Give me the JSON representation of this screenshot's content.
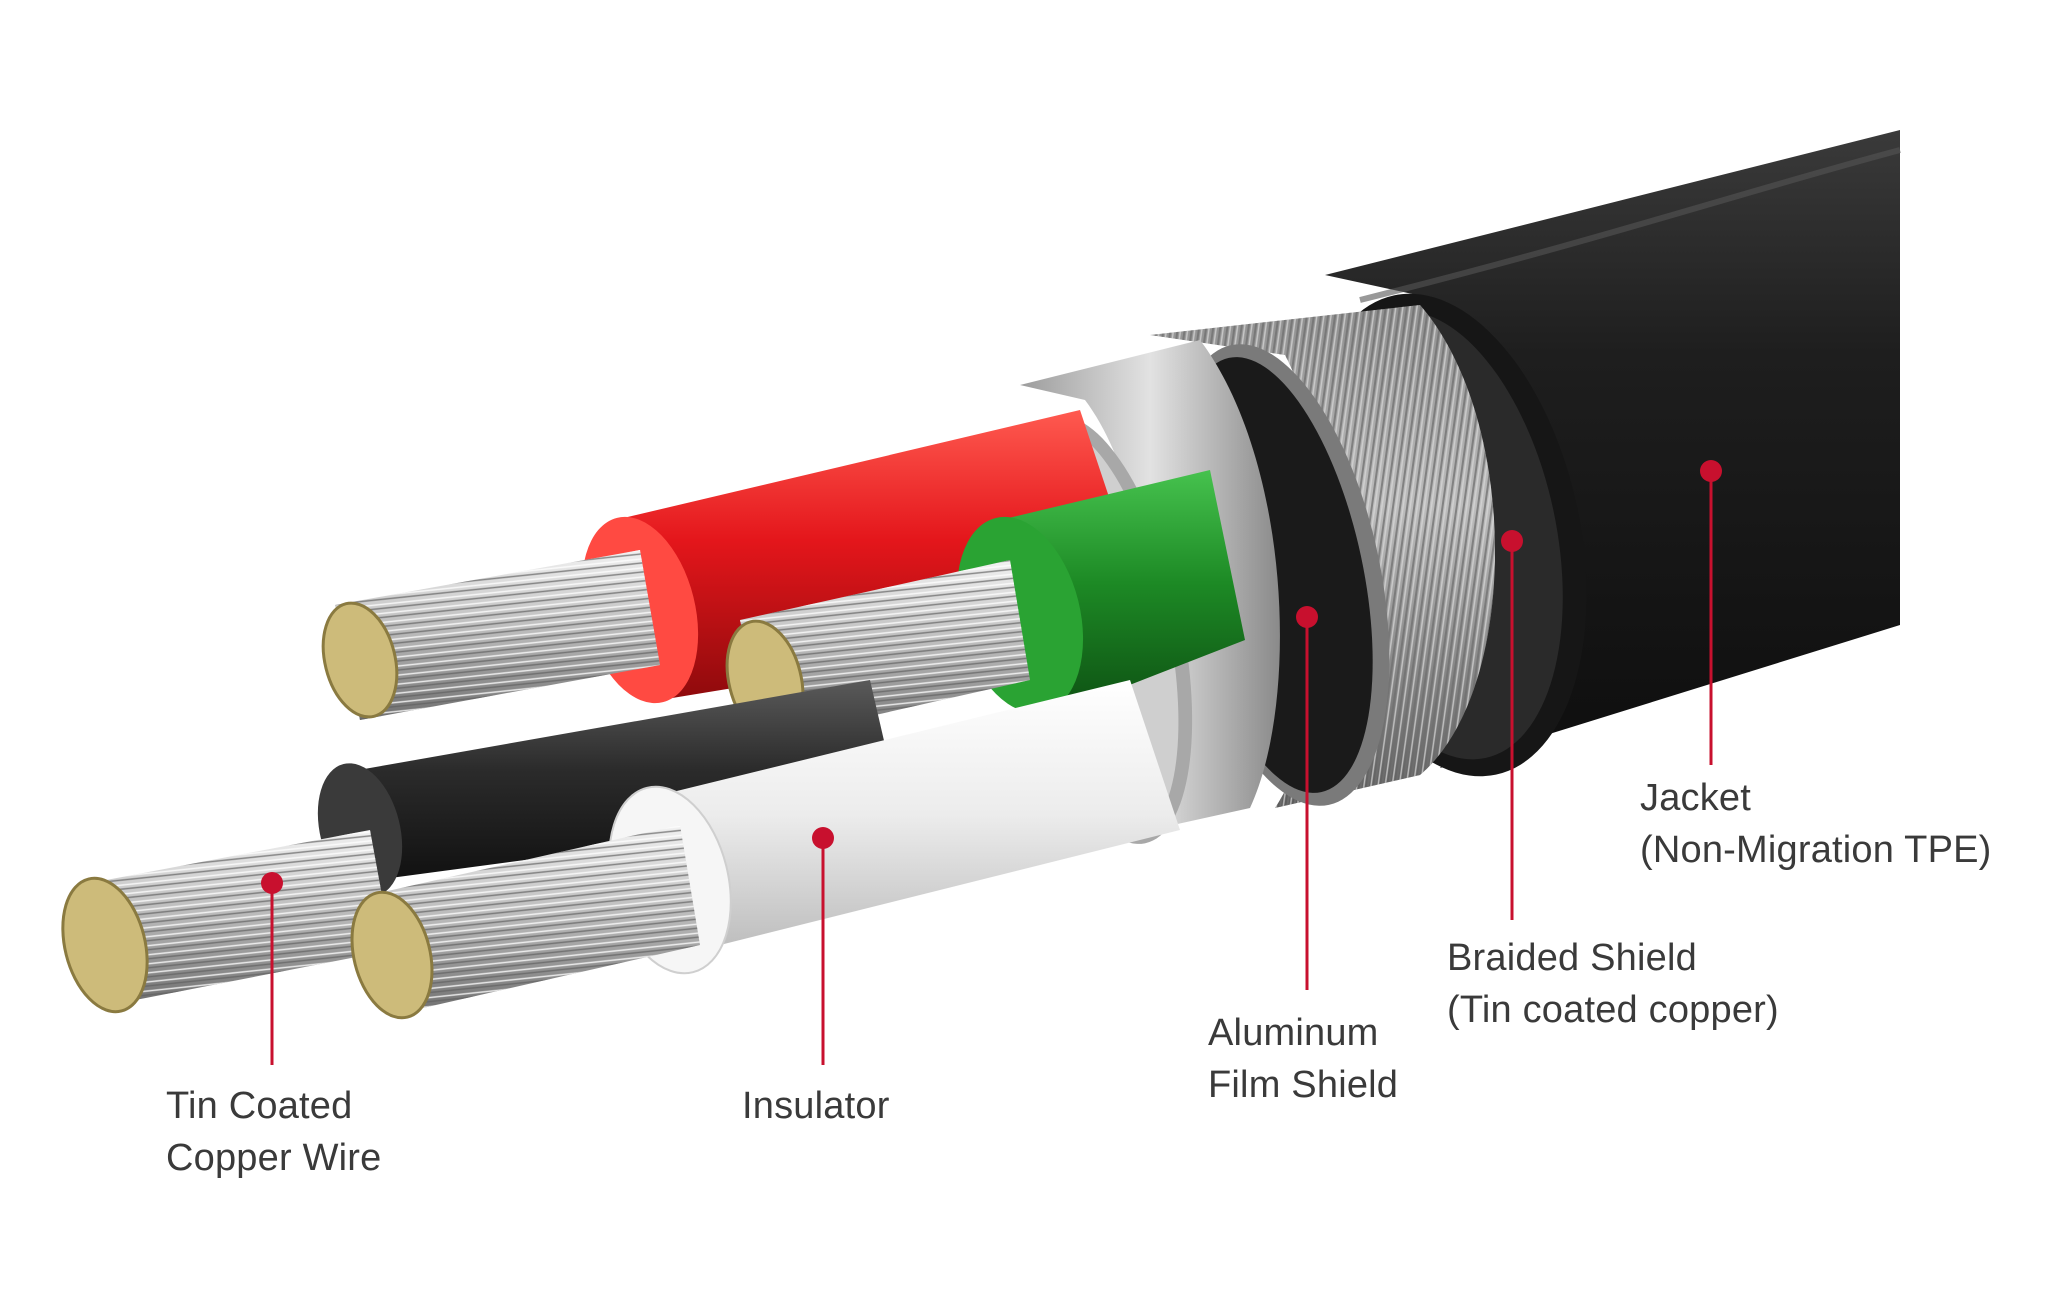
{
  "accent_color": "#c8102e",
  "diagram": {
    "subject": "USB cable cross-section",
    "wire_colors": {
      "red": "#e4161b",
      "green": "#1d8a25",
      "black": "#2b2b2b",
      "white": "#ececec",
      "jacket": "#1c1c1c",
      "foil": "#c4c4c4",
      "braid": "#9a9a9a",
      "strand": "#bfbfbf",
      "strand_tip": "#cdbb7a"
    },
    "labels": {
      "tin_coated_wire": {
        "line1": "Tin Coated",
        "line2": "Copper Wire"
      },
      "insulator": {
        "line1": "Insulator"
      },
      "aluminum_shield": {
        "line1": "Aluminum",
        "line2": "Film Shield"
      },
      "braided_shield": {
        "line1": "Braided Shield",
        "line2": "(Tin coated copper)"
      },
      "jacket": {
        "line1": "Jacket",
        "line2": "(Non-Migration TPE)"
      }
    }
  }
}
